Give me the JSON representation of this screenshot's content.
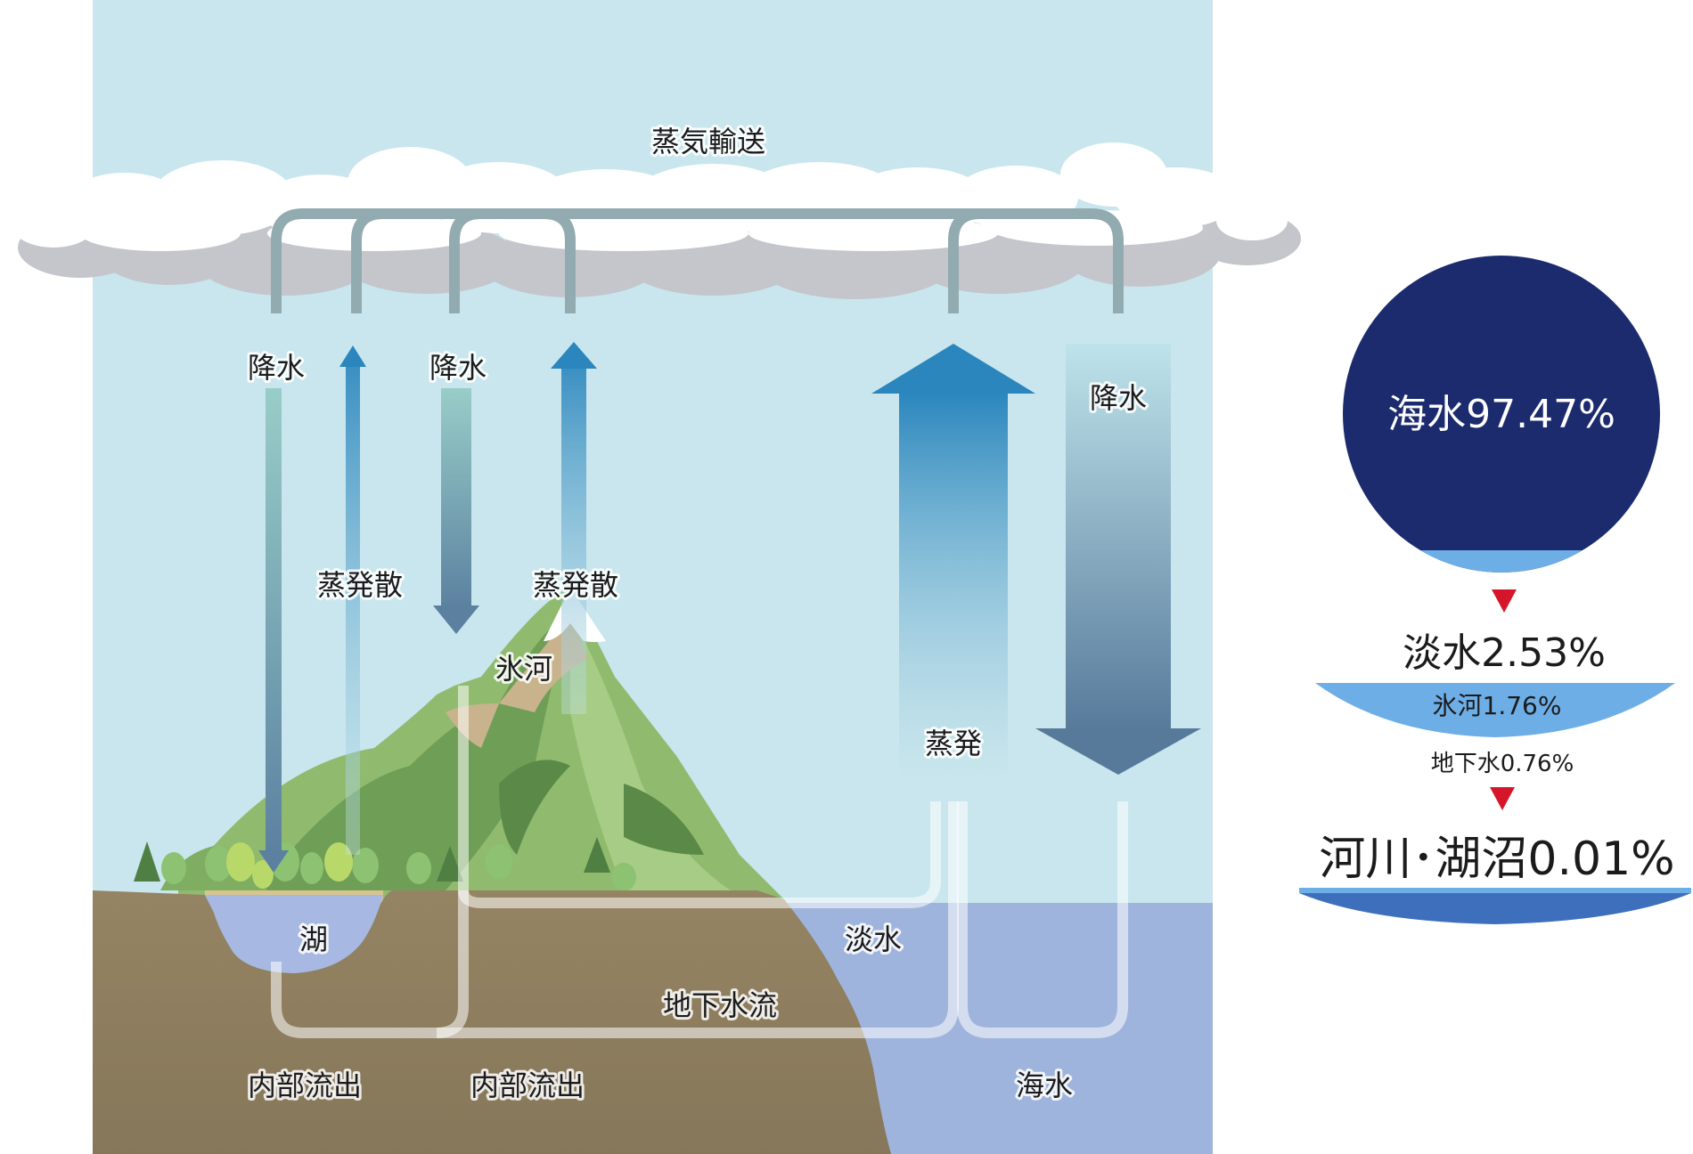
{
  "diagram": {
    "labels": {
      "vapor_transport": "蒸気輸送",
      "precip_1": "降水",
      "precip_2": "降水",
      "precip_3": "降水",
      "evapotrans_1": "蒸発散",
      "evapotrans_2": "蒸発散",
      "glacier": "氷河",
      "evaporation": "蒸発",
      "lake": "湖",
      "freshwater": "淡水",
      "groundwater_flow": "地下水流",
      "internal_outflow_1": "内部流出",
      "internal_outflow_2": "内部流出",
      "seawater": "海水"
    }
  },
  "distribution": {
    "seawater": "海水97.47%",
    "freshwater": "淡水2.53%",
    "glacier": "氷河1.76%",
    "groundwater": "地下水0.76%",
    "rivers_lakes": "河川･湖沼0.01%"
  },
  "chart_data": {
    "type": "pie",
    "categories": [
      "海水",
      "淡水"
    ],
    "values": [
      97.47,
      2.53
    ],
    "breakdown": {
      "淡水": {
        "categories": [
          "氷河",
          "地下水",
          "河川･湖沼"
        ],
        "values": [
          1.76,
          0.76,
          0.01
        ]
      }
    }
  },
  "colors": {
    "sky": "#c9e6ee",
    "sea": "#9fb4dc",
    "ground": "#8b7a5c",
    "ocean_circle": "#1c2b6e",
    "freshwater_band": "#6eaee6",
    "marker_red": "#d5162a",
    "arrow_blue": "#2a86bd"
  }
}
